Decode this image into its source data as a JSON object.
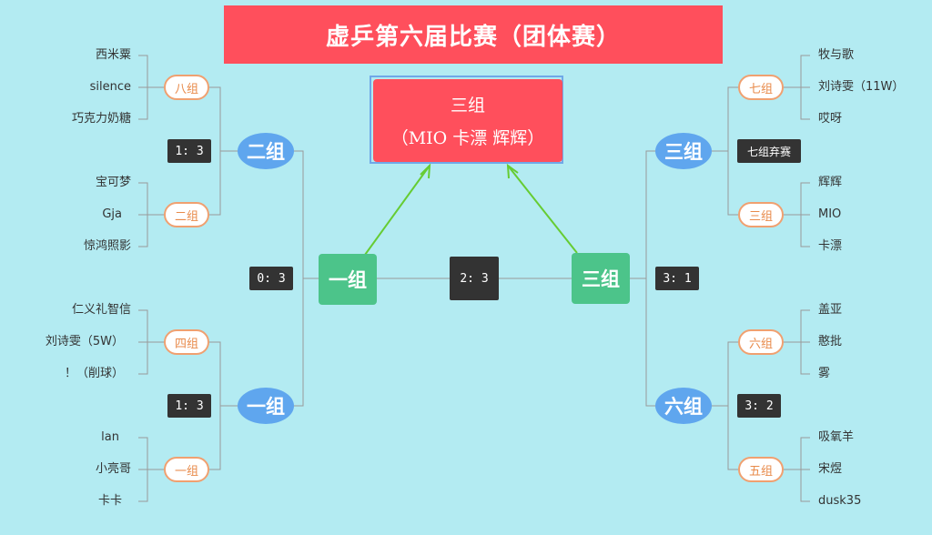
{
  "title": "虚乒第六届比赛（团体赛）",
  "champion": {
    "label": "三组",
    "members": "（MIO 卡漂 辉辉）"
  },
  "final": {
    "left_team": "一组",
    "right_team": "三组",
    "score": "2: 3"
  },
  "left": {
    "semi_score": "0: 3",
    "top_quarter": {
      "winner": "二组",
      "score": "1: 3",
      "groups": [
        {
          "name": "八组",
          "members": [
            "西米粟",
            "silence",
            "巧克力奶糖"
          ]
        },
        {
          "name": "二组",
          "members": [
            "宝可梦",
            "Gja",
            "惊鸿照影"
          ]
        }
      ]
    },
    "bottom_quarter": {
      "winner": "一组",
      "score": "1: 3",
      "groups": [
        {
          "name": "四组",
          "members": [
            "仁义礼智信",
            "刘诗雯（5W）",
            "！（削球）"
          ]
        },
        {
          "name": "一组",
          "members": [
            "lan",
            "小亮哥",
            "卡卡"
          ]
        }
      ]
    }
  },
  "right": {
    "semi_score": "3: 1",
    "top_quarter": {
      "winner": "三组",
      "score": "七组弃赛",
      "groups": [
        {
          "name": "七组",
          "members": [
            "牧与歌",
            "刘诗雯（11W）",
            "哎呀"
          ]
        },
        {
          "name": "三组",
          "members": [
            "辉辉",
            "MIO",
            "卡漂"
          ]
        }
      ]
    },
    "bottom_quarter": {
      "winner": "六组",
      "score": "3: 2",
      "groups": [
        {
          "name": "六组",
          "members": [
            "盖亚",
            "憨批",
            "雾"
          ]
        },
        {
          "name": "五组",
          "members": [
            "吸氧羊",
            "宋煜",
            "dusk35"
          ]
        }
      ]
    }
  },
  "colors": {
    "background": "#b3ebf2",
    "title_bg": "#ff4f5c",
    "oval": "#5fa6ee",
    "final_box": "#4cc48a",
    "pill_border": "#f0a070",
    "arrow": "#66cc33"
  }
}
